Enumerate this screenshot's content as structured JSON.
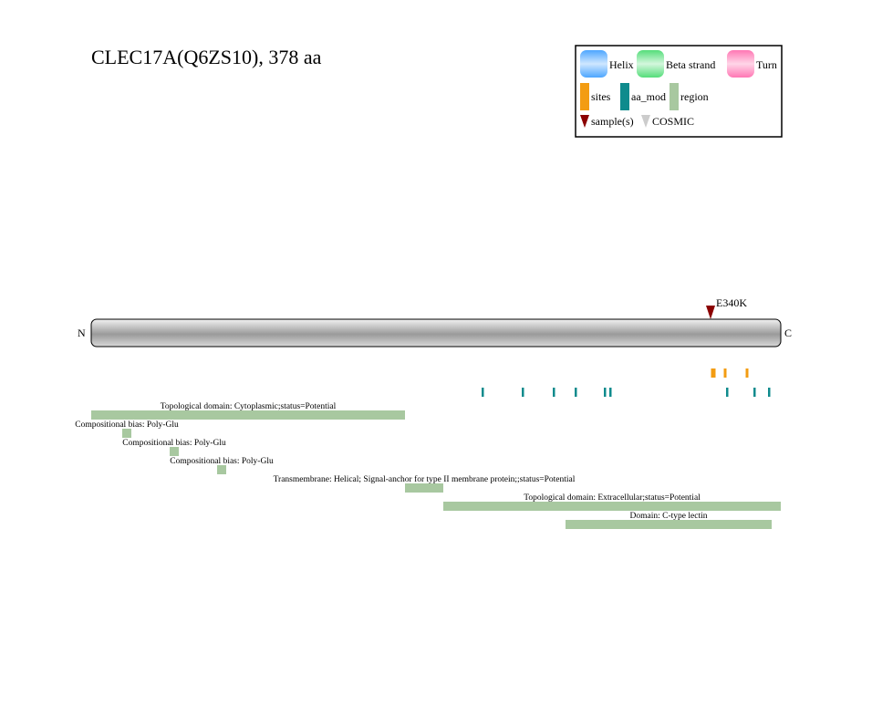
{
  "title": "CLEC17A(Q6ZS10), 378 aa",
  "protein": {
    "length": 378,
    "n_label": "N",
    "c_label": "C"
  },
  "legend": {
    "helix": "Helix",
    "beta": "Beta strand",
    "turn": "Turn",
    "sites": "sites",
    "aa_mod": "aa_mod",
    "region": "region",
    "samples": "sample(s)",
    "cosmic": "COSMIC"
  },
  "colors": {
    "helix": "#4da6ff",
    "beta": "#55dd7a",
    "turn": "#ff77b4",
    "sites": "#f39c12",
    "aa_mod": "#0f8b8d",
    "region": "#a8c8a0",
    "sample": "#8b0000",
    "cosmic": "#cccccc"
  },
  "mutations": [
    {
      "pos": 340,
      "label": "E340K"
    }
  ],
  "sites": [
    341,
    342,
    348,
    360
  ],
  "aa_mods": [
    215,
    237,
    254,
    266,
    282,
    285,
    349,
    364,
    372
  ],
  "regions": [
    {
      "start": 1,
      "end": 172,
      "label": "Topological domain: Cytoplasmic;status=Potential"
    },
    {
      "start": 18,
      "end": 22,
      "label": "Compositional bias: Poly-Glu"
    },
    {
      "start": 44,
      "end": 48,
      "label": "Compositional bias: Poly-Glu"
    },
    {
      "start": 70,
      "end": 74,
      "label": "Compositional bias: Poly-Glu"
    },
    {
      "start": 173,
      "end": 193,
      "label": "Transmembrane: Helical; Signal-anchor for type II membrane protein;;status=Potential"
    },
    {
      "start": 194,
      "end": 378,
      "label": "Topological domain: Extracellular;status=Potential"
    },
    {
      "start": 261,
      "end": 373,
      "label": "Domain: C-type lectin"
    }
  ]
}
